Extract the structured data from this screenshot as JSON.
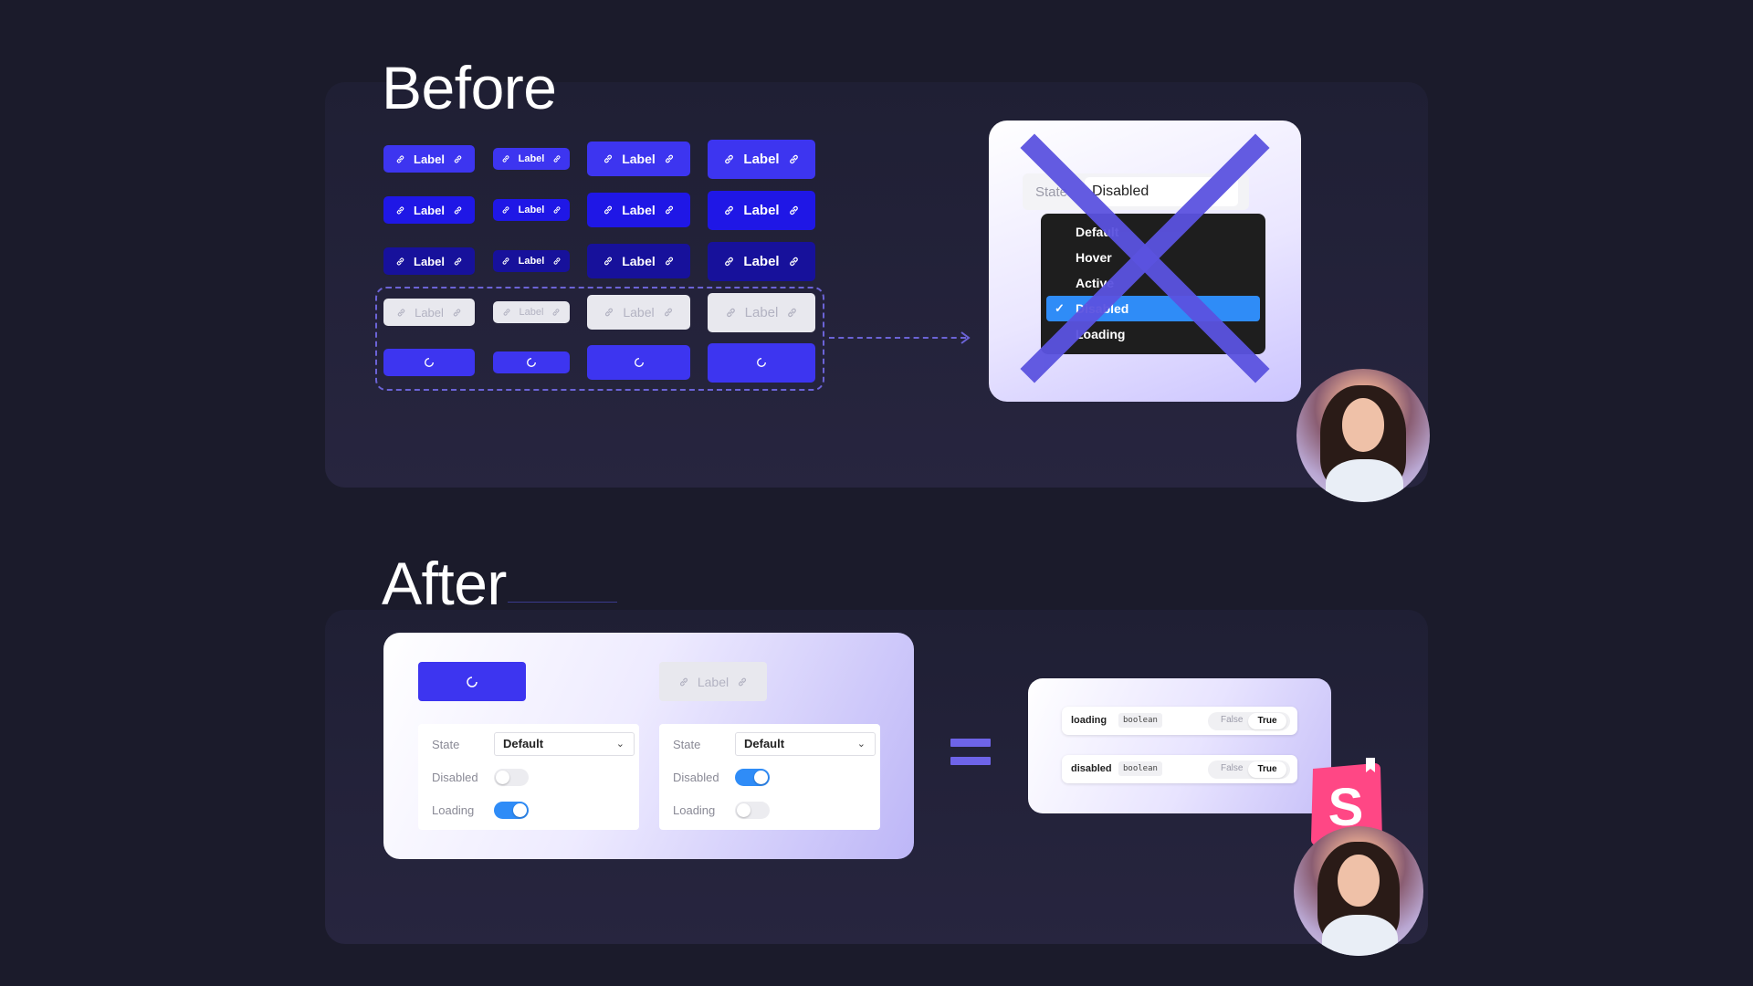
{
  "before": {
    "title": "Before"
  },
  "after": {
    "title": "After"
  },
  "grid": {
    "label": "Label",
    "row_colors": [
      "#3d35f0",
      "#1f17e6",
      "#17119b"
    ],
    "disabled_color": "#e8e8ee",
    "loading_color": "#3d35f0"
  },
  "old_control": {
    "field_label": "State",
    "field_value": "Disabled",
    "options": [
      "Default",
      "Hover",
      "Active",
      "Disabled",
      "Loading"
    ],
    "selected_index": 3
  },
  "after_demo": {
    "disabled_button_label": "Label",
    "panels": [
      {
        "state_label": "State",
        "state_value": "Default",
        "disabled_label": "Disabled",
        "disabled_on": false,
        "loading_label": "Loading",
        "loading_on": true
      },
      {
        "state_label": "State",
        "state_value": "Default",
        "disabled_label": "Disabled",
        "disabled_on": true,
        "loading_label": "Loading",
        "loading_on": false
      }
    ]
  },
  "props": [
    {
      "name": "loading",
      "type": "boolean",
      "false_label": "False",
      "true_label": "True"
    },
    {
      "name": "disabled",
      "type": "boolean",
      "false_label": "False",
      "true_label": "True"
    }
  ],
  "colors": {
    "background": "#1b1b2b",
    "accent": "#3d35f0",
    "cross": "#5b53e0",
    "toggle_on": "#2f8cf7",
    "storybook": "#ff4785"
  },
  "icons": [
    "link-icon",
    "spinner-icon",
    "check-icon",
    "chevron-down-icon",
    "storybook-logo-icon"
  ]
}
